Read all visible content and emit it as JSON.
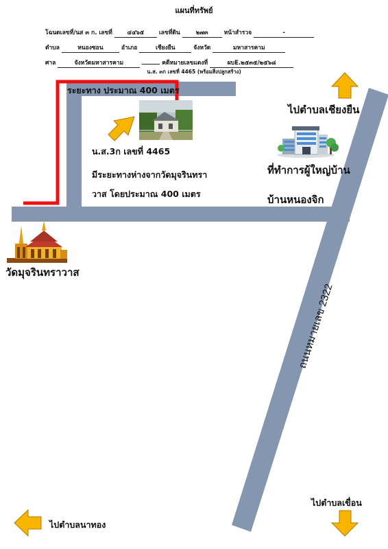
{
  "header": {
    "title": "แผนที่ทรัพย์",
    "row1": {
      "k1": "โฉนดเลขที่/นส ๓ ก. เลขที่",
      "v1": "๔๔๖๕",
      "k2": "เลขที่ดิน",
      "v2": "๒๗๓",
      "k3": "หน้าสำรวจ",
      "v3": "-"
    },
    "row2": {
      "k1": "ตำบล",
      "v1": "หนองซอน",
      "k2": "อำเภอ",
      "v2": "เชียงยืน",
      "k3": "จังหวัด",
      "v3": "มหาสารคาม"
    },
    "row3": {
      "k1": "ศาล",
      "v1": "จังหวัดมหาสารคาม",
      "k2": "คดีหมายเลขแดงที่",
      "v2": "ผบE.๒๕๓๕/๒๕๖๘"
    },
    "footer": "น.ส. ๓ก เลขที่ 4465 (พร้อมสิ่งปลูกสร้าง)"
  },
  "map": {
    "distance_label": "ระยะทาง ประมาณ 400 เมตร",
    "property_doc": "น.ส.3ก เลขที่ 4465",
    "note_line1": "มีระยะทางห่างจากวัดมุจรินทรา",
    "note_line2": "วาส โดยประมาณ 400 เมตร",
    "village_head_line1": "ที่ทำการผู้ใหญ่บ้าน",
    "village_head_line2": "บ้านหนองจิก",
    "temple_label": "วัดมุจรินทราวาส",
    "to_chiang_yuen": "ไปตำบลเชียงยืน",
    "to_khuean": "ไปตำบลเขื่อน",
    "to_na_thong": "ไปตำบลนาทอง",
    "highway_label": "ถนนหมายเลข 2322"
  },
  "colors": {
    "road": "#8496b0",
    "route": "#ee1111",
    "arrow_fill": "#f7b500",
    "arrow_stroke": "#b07a00"
  },
  "icons": {
    "house_photo": "house-photo-icon",
    "office_building": "office-building-icon",
    "temple": "temple-icon",
    "arrows": "direction-arrow-icon"
  }
}
